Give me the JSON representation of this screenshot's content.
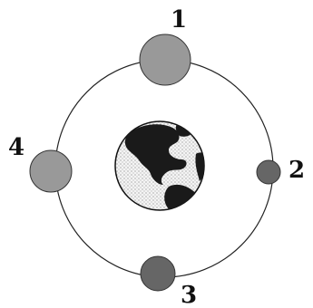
{
  "diagram": {
    "colors": {
      "orbit": "#222222",
      "body_light": "#999999",
      "body_dark": "#666666",
      "earth_ocean": "#f4f4f4",
      "earth_land": "#1a1a1a"
    },
    "bodies": [
      {
        "label": "1",
        "shade": "light"
      },
      {
        "label": "2",
        "shade": "dark"
      },
      {
        "label": "3",
        "shade": "dark"
      },
      {
        "label": "4",
        "shade": "light"
      }
    ]
  }
}
